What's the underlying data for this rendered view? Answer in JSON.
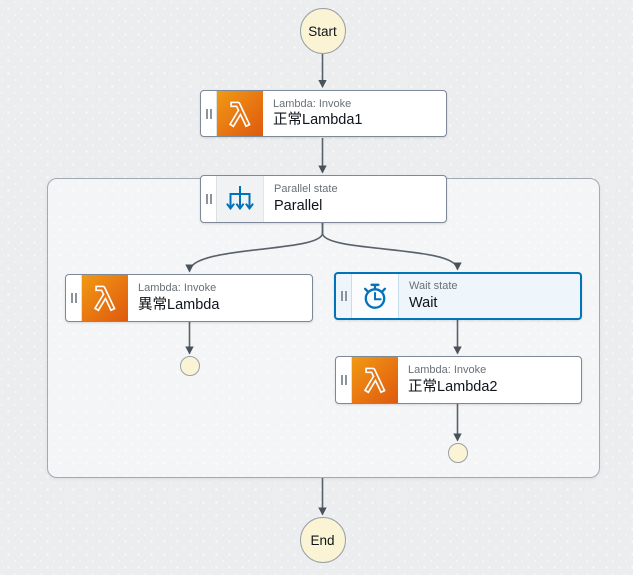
{
  "flow": {
    "start_label": "Start",
    "end_label": "End"
  },
  "nodes": {
    "lambda1": {
      "type_label": "Lambda: Invoke",
      "name": "正常Lambda1",
      "icon": "lambda-icon"
    },
    "parallel": {
      "type_label": "Parallel state",
      "name": "Parallel",
      "icon": "parallel-icon"
    },
    "lambda_error": {
      "type_label": "Lambda: Invoke",
      "name": "異常Lambda",
      "icon": "lambda-icon"
    },
    "wait": {
      "type_label": "Wait state",
      "name": "Wait",
      "icon": "wait-icon",
      "selected": true
    },
    "lambda2": {
      "type_label": "Lambda: Invoke",
      "name": "正常Lambda2",
      "icon": "lambda-icon"
    }
  },
  "colors": {
    "canvas_bg": "#ECEDEE",
    "node_border": "#7D8998",
    "group_border": "#A3ABB2",
    "edge": "#59626B",
    "arrowhead": "#49525B",
    "lambda_gradient_start": "#F09A13",
    "lambda_gradient_end": "#DD5A0E",
    "state_icon_blue": "#0073BB",
    "selected_border": "#0073BB",
    "selected_bg": "#EFF6FB",
    "terminal_fill": "#FBF4D4",
    "type_text": "#697077",
    "name_text": "#0F141A"
  }
}
